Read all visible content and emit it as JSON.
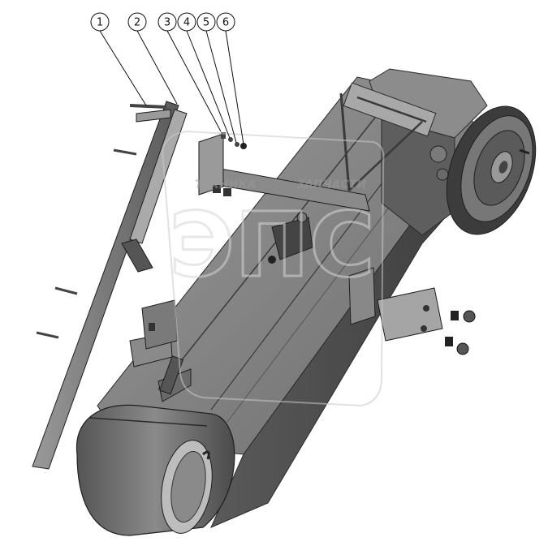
{
  "diagram": {
    "callouts": [
      {
        "id": "1",
        "label": "1"
      },
      {
        "id": "2",
        "label": "2"
      },
      {
        "id": "3",
        "label": "3"
      },
      {
        "id": "4",
        "label": "4"
      },
      {
        "id": "5",
        "label": "5"
      },
      {
        "id": "6",
        "label": "6"
      }
    ]
  },
  "watermark": {
    "line1": "ТЕХНИКА",
    "line2": "ЗАПЧАСТИ",
    "logo": "ЭПС"
  },
  "colors": {
    "body": "#7a7a7a",
    "body_dark": "#4a4a4a",
    "body_light": "#b5b5b5",
    "outline": "#2a2a2a",
    "watermark": "#c9c9c9"
  }
}
